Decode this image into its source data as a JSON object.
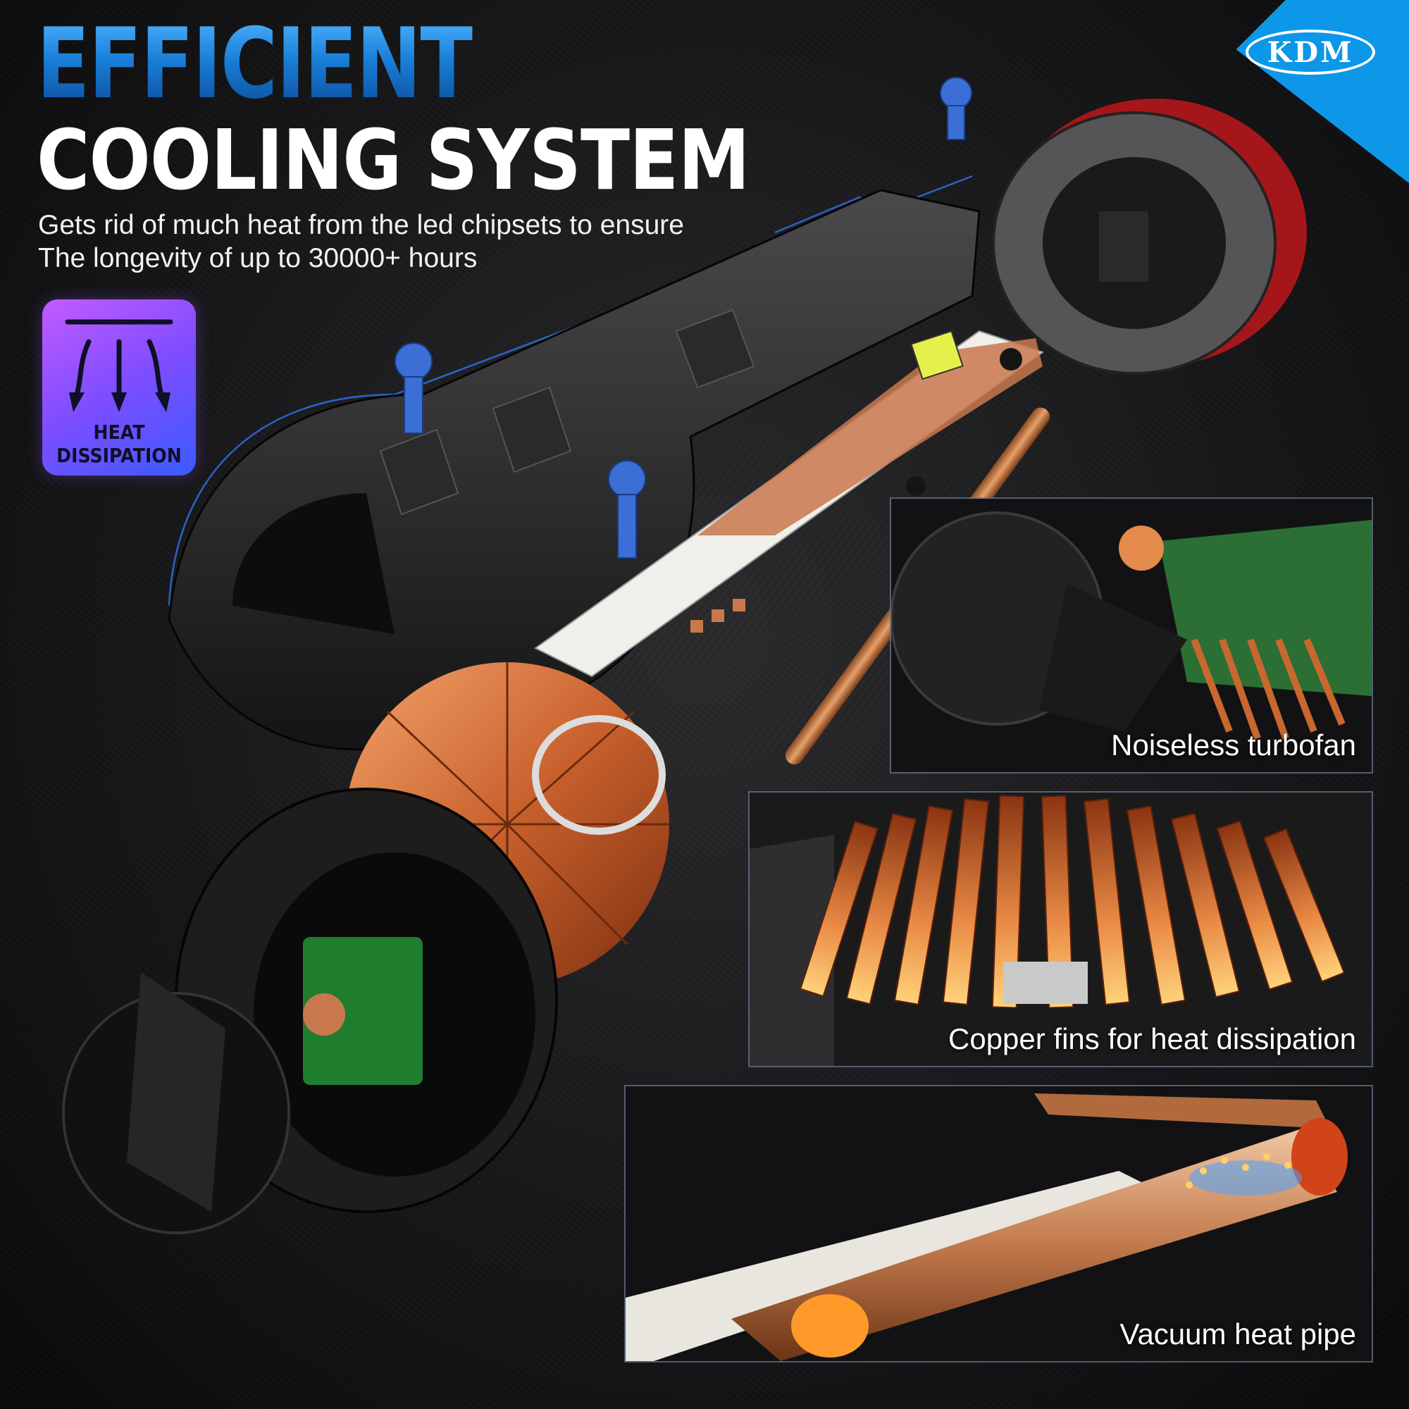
{
  "brand": {
    "logo_text": "KDM",
    "accent_color": "#0c97e8"
  },
  "headline": {
    "line1": "EFFICIENT",
    "line2": "COOLING SYSTEM"
  },
  "subtitle": {
    "line1": "Gets rid of much heat from the led chipsets to ensure",
    "line2": "The longevity of up to 30000+ hours"
  },
  "badge": {
    "line1": "HEAT",
    "line2": "DISSIPATION",
    "icon": "heat-dissipation-arrows-icon",
    "colors": [
      "#c25cff",
      "#3b5bff"
    ]
  },
  "panels": [
    {
      "caption": "Noiseless turbofan",
      "icon": "turbofan-closeup"
    },
    {
      "caption": "Copper fins for heat dissipation",
      "icon": "copper-fins-closeup"
    },
    {
      "caption": "Vacuum heat pipe",
      "icon": "heat-pipe-closeup"
    }
  ],
  "colors": {
    "copper": "#d2733a",
    "background": "#1b1b1d",
    "headline_blue": "#1a7fd8"
  }
}
